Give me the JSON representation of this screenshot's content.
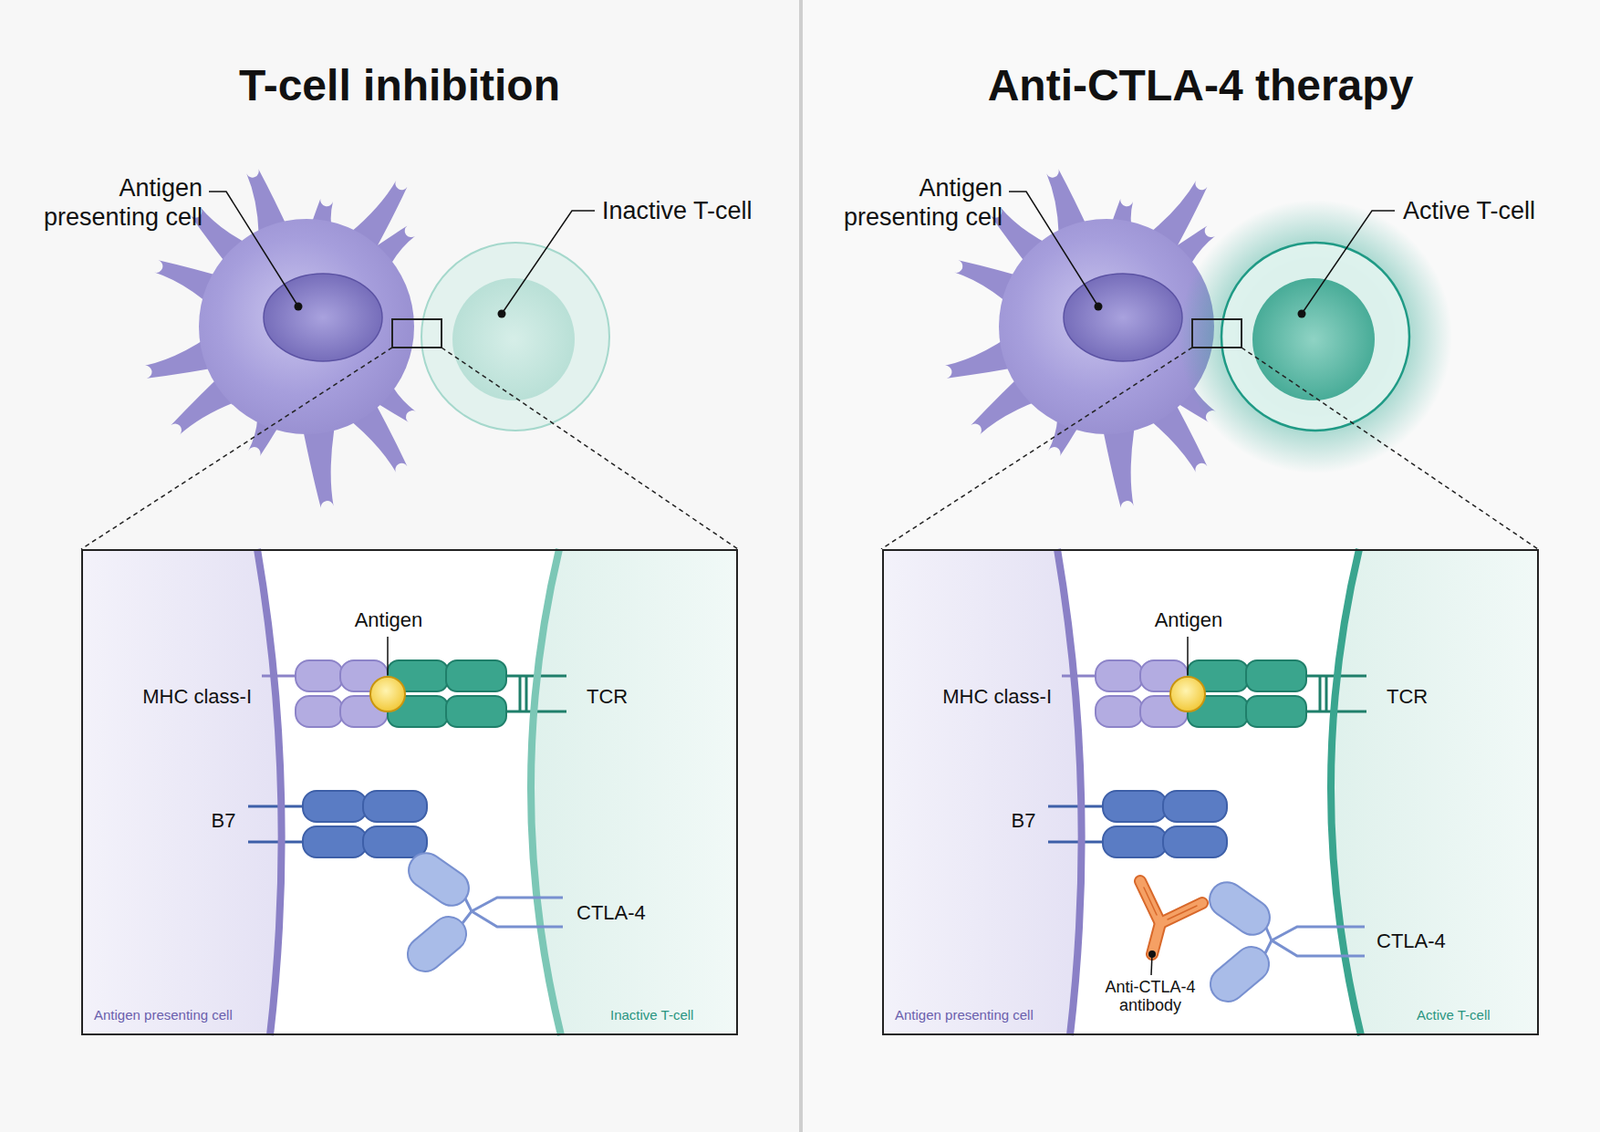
{
  "diagram": {
    "nodes": [
      {
        "text": [
          "T-cell inhibition"
        ]
      },
      {
        "text": [
          "Antigen presenting cell",
          "Inactive T-cell"
        ],
        "in": 0
      },
      {
        "text": [
          "Anti-CTLA-4 therapy"
        ]
      },
      {
        "text": [
          "Antigen presenting cell",
          "Active T-cell"
        ],
        "in": 2
      }
    ],
    "labels": [
      "Antigen presenting cell",
      "Inactive T-cell",
      "Antigen",
      "MHC class-I",
      "TCR",
      "B7",
      "CTLA-4",
      "Antigen presenting cell",
      "Active T-cell",
      "Antigen",
      "MHC class-I",
      "TCR",
      "B7",
      "CTLA-4",
      "Anti-CTLA-4 antibody"
    ]
  }
}
